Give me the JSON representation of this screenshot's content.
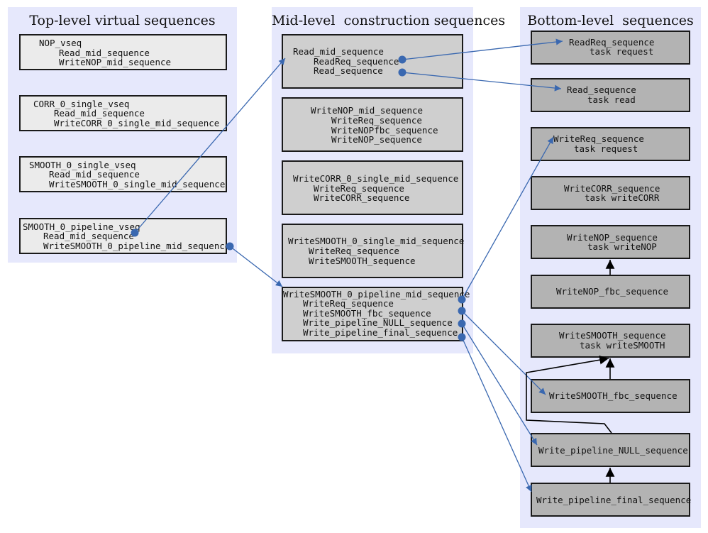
{
  "panels": {
    "top_level": {
      "title": "Top-level virtual sequences"
    },
    "mid_level": {
      "title": "Mid-level  construction sequences"
    },
    "bottom_level": {
      "title": "Bottom-level  sequences"
    }
  },
  "top_boxes": [
    {
      "lines": [
        "NOP_vseq",
        "Read_mid_sequence",
        "WriteNOP_mid_sequence"
      ]
    },
    {
      "lines": [
        "CORR_0_single_vseq",
        "Read_mid_sequence",
        "WriteCORR_0_single_mid_sequence"
      ]
    },
    {
      "lines": [
        "SMOOTH_0_single_vseq",
        "Read_mid_sequence",
        "WriteSMOOTH_0_single_mid_sequence"
      ]
    },
    {
      "lines": [
        "SMOOTH_0_pipeline_vseq",
        "Read_mid_sequence",
        "WriteSMOOTH_0_pipeline_mid_sequence"
      ]
    }
  ],
  "mid_boxes": [
    {
      "lines": [
        "Read_mid_sequence",
        "ReadReq_sequence",
        "Read_sequence"
      ]
    },
    {
      "lines": [
        "WriteNOP_mid_sequence",
        "WriteReq_sequence",
        "WriteNOPfbc_sequence",
        "WriteNOP_sequence"
      ]
    },
    {
      "lines": [
        "WriteCORR_0_single_mid_sequence",
        "WriteReq_sequence",
        "WriteCORR_sequence"
      ]
    },
    {
      "lines": [
        "WriteSMOOTH_0_single_mid_sequence",
        "WriteReq_sequence",
        "WriteSMOOTH_sequence"
      ]
    },
    {
      "lines": [
        "WriteSMOOTH_0_pipeline_mid_sequence",
        "WriteReq_sequence",
        "WriteSMOOTH_fbc_sequence",
        "Write_pipeline_NULL_sequence",
        "Write_pipeline_final_sequence"
      ]
    }
  ],
  "bottom_boxes": [
    {
      "lines": [
        "ReadReq_sequence",
        "task request"
      ]
    },
    {
      "lines": [
        "Read_sequence",
        "task read"
      ]
    },
    {
      "lines": [
        "WriteReq_sequence",
        "task request"
      ]
    },
    {
      "lines": [
        "WriteCORR_sequence",
        "task writeCORR"
      ]
    },
    {
      "lines": [
        "WriteNOP_sequence",
        "task writeNOP"
      ]
    },
    {
      "lines": [
        "WriteNOP_fbc_sequence"
      ]
    },
    {
      "lines": [
        "WriteSMOOTH_sequence",
        "task writeSMOOTH"
      ]
    },
    {
      "lines": [
        "WriteSMOOTH_fbc_sequence"
      ]
    },
    {
      "lines": [
        "Write_pipeline_NULL_sequence"
      ]
    },
    {
      "lines": [
        "Write_pipeline_final_sequence"
      ]
    }
  ],
  "colors": {
    "panel_bg": "#e6e8fc",
    "top_box_bg": "#ebebeb",
    "mid_box_bg": "#cfcfcf",
    "bottom_box_bg": "#b3b3b3",
    "connector": "#3a68b0",
    "inherit_arrow": "#000000"
  }
}
